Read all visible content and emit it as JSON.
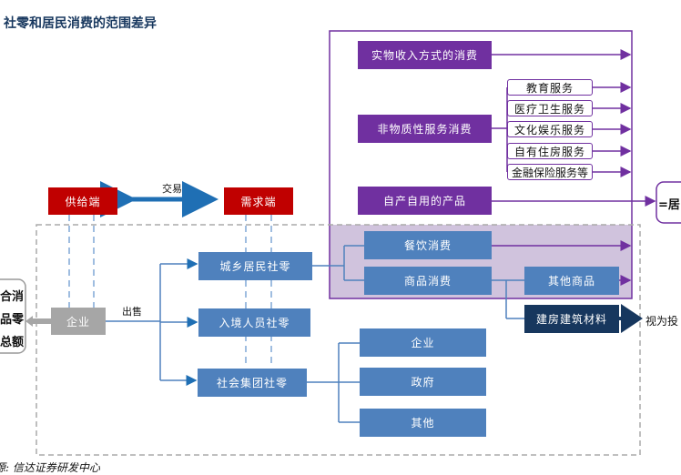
{
  "title": "社零和居民消费的范围差异",
  "source": "源: 信达证券研发中心",
  "purple_boxes": [
    "实物收入方式的消费",
    "非物质性服务消费",
    "自产自用的产品"
  ],
  "services": [
    "教育服务",
    "医疗卫生服务",
    "文化娱乐服务",
    "自有住房服务",
    "金融保险服务等"
  ],
  "right_box": "=居",
  "supply": "供给端",
  "demand": "需求端",
  "trade": "交易",
  "left_box": [
    "合消",
    "品零",
    "总额"
  ],
  "enterprise": "企业",
  "sell": "出售",
  "retail": [
    "城乡居民社零",
    "入境人员社零",
    "社会集团社零"
  ],
  "consumption": {
    "catering": "餐饮消费",
    "goods": "商品消费",
    "other_goods": "其他商品",
    "building": "建房建筑材料",
    "invest": "视为投"
  },
  "group": [
    "企业",
    "政府",
    "其他"
  ],
  "colors": {
    "purple": "#7030a0",
    "blue": "#4f81bd",
    "red": "#c00000",
    "navy": "#17375e",
    "lavender": "#d0c3dd"
  }
}
